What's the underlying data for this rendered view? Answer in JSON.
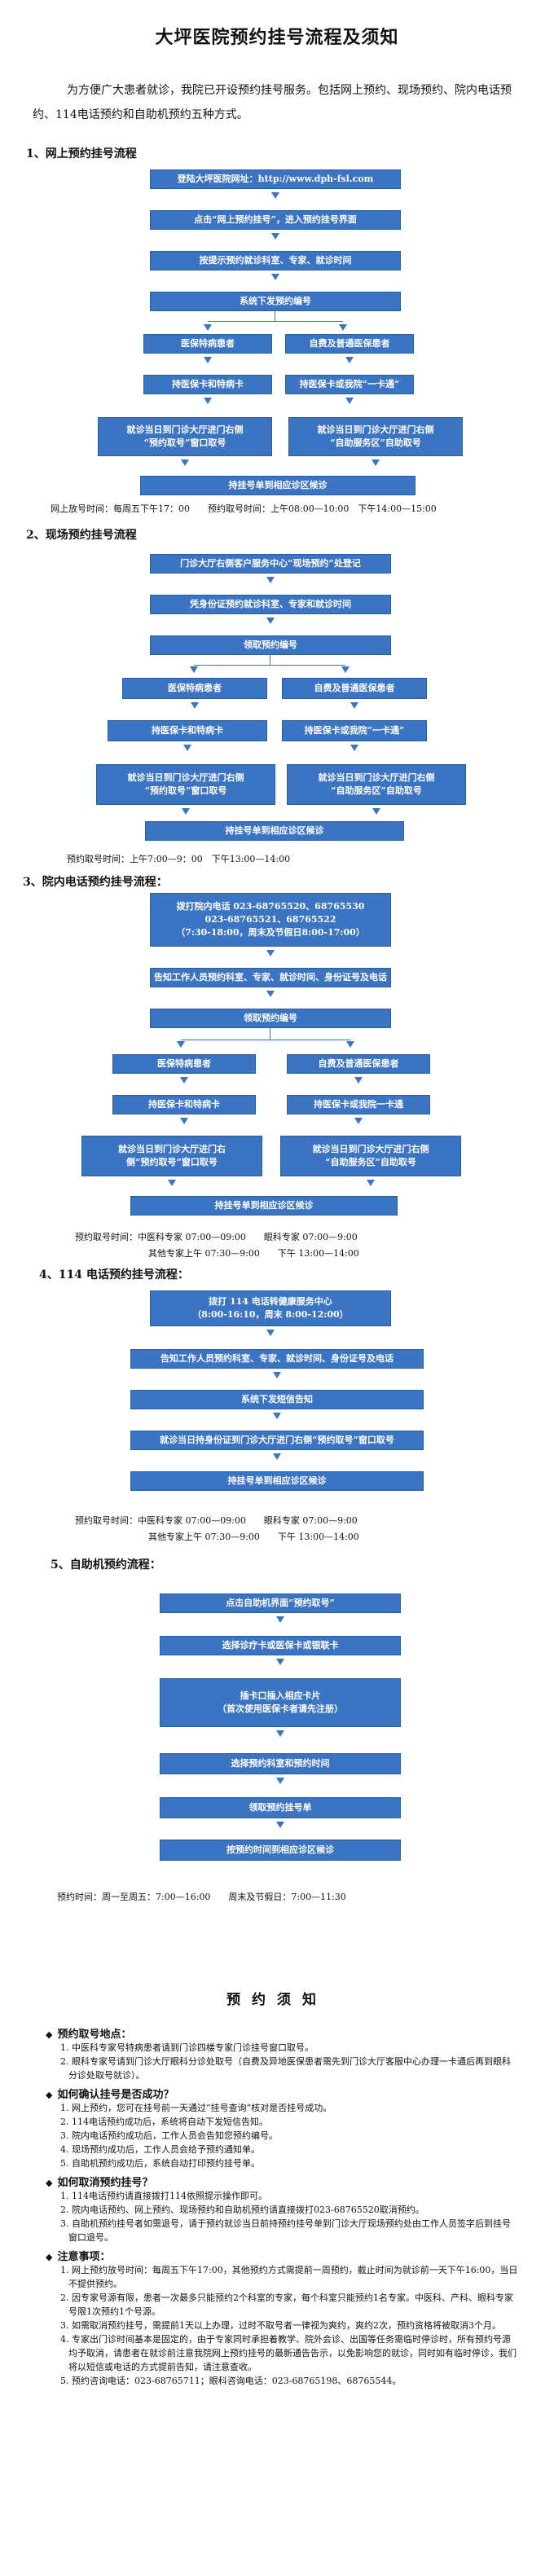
{
  "title": "大坪医院预约挂号流程及须知",
  "intro": "为方便广大患者就诊，我院已开设预约挂号服务。包括网上预约、现场预约、院内电话预约、114电话预约和自助机预约五种方式。",
  "s1": {
    "heading": "1、网上预约挂号流程",
    "b1": "登陆大坪医院网址：http://www.dph-fsl.com",
    "b2": "点击“网上预约挂号”，进入预约挂号界面",
    "b3": "按提示预约就诊科室、专家、就诊时间",
    "b4": "系统下发预约编号",
    "b5": "医保特病患者",
    "b6": "自费及普通医保患者",
    "b7": "持医保卡和特病卡",
    "b8": "持医保卡或我院“一卡通”",
    "b9": "就诊当日到门诊大厅进门右侧\n“预约取号”窗口取号",
    "b10": "就诊当日到门诊大厅进门右侧\n“自助服务区”自助取号",
    "b11": "持挂号单到相应诊区候诊",
    "time": "网上放号时间：每周五下午17：00　　预约取号时间：上午08:00—10:00　下午14:00—15:00"
  },
  "s2": {
    "heading": "2、现场预约挂号流程",
    "b1": "门诊大厅右侧客户服务中心“现场预约”处登记",
    "b2": "凭身份证预约就诊科室、专家和就诊时间",
    "b3": "领取预约编号",
    "b4": "医保特病患者",
    "b5": "自费及普通医保患者",
    "b6": "持医保卡和特病卡",
    "b7": "持医保卡或我院“一卡通”",
    "b8": "就诊当日到门诊大厅进门右侧\n“预约取号”窗口取号",
    "b9": "就诊当日到门诊大厅进门右侧\n“自助服务区”自助取号",
    "b10": "持挂号单到相应诊区候诊",
    "time": "预约取号时间：上午7:00—9：00　下午13:00—14:00"
  },
  "s3": {
    "heading": "3、院内电话预约挂号流程：",
    "b1": "拨打院内电话 023-68765520、68765530\n023-68765521、68765522\n（7:30-18:00，周末及节假日8:00-17:00）",
    "b2": "告知工作人员预约科室、专家、就诊时间、身份证号及电话",
    "b3": "领取预约编号",
    "b4": "医保特病患者",
    "b5": "自费及普通医保患者",
    "b6": "持医保卡和特病卡",
    "b7": "持医保卡或我院一卡通",
    "b8": "就诊当日到门诊大厅进门右\n侧“预约取号”窗口取号",
    "b9": "就诊当日到门诊大厅进门右侧\n“自助服务区”自助取号",
    "b10": "持挂号单到相应诊区候诊",
    "time1": "预约取号时间：中医科专家 07:00—09:00　　眼科专家 07:00—9:00",
    "time2": "其他专家上午 07:30—9:00　　下午 13:00—14:00"
  },
  "s4": {
    "heading": "4、114 电话预约挂号流程：",
    "b1": "拨打 114 电话转健康服务中心\n（8:00-16:10，周末 8:00-12:00）",
    "b2": "告知工作人员预约科室、专家、就诊时间、身份证号及电话",
    "b3": "系统下发短信告知",
    "b4": "就诊当日持身份证到门诊大厅进门右侧“预约取号”窗口取号",
    "b5": "持挂号单到相应诊区候诊",
    "time1": "预约取号时间：中医科专家 07:00—09:00　　眼科专家 07:00—9:00",
    "time2": "其他专家上午 07:30—9:00　　下午 13:00—14:00"
  },
  "s5": {
    "heading": "5、自助机预约流程：",
    "b1": "点击自助机界面“预约取号”",
    "b2": "选择诊疗卡或医保卡或银联卡",
    "b3": "插卡口插入相应卡片\n（首次使用医保卡者请先注册）",
    "b4": "选择预约科室和预约时间",
    "b5": "领取预约挂号单",
    "b6": "按预约时间到相应诊区候诊",
    "time": "预约时间：周一至周五：7:00—16:00　　周末及节假日：7:00—11:30"
  },
  "notice": {
    "title": "预约须知",
    "h1": "预约取号地点：",
    "h1_items": [
      "中医科专家号特病患者请到门诊四楼专家门诊挂号窗口取号。",
      "眼科专家号请到门诊大厅眼科分诊处取号（自费及异地医保患者需先到门诊大厅客服中心办理一卡通后再到眼科分诊处取号就诊）。"
    ],
    "h2": "如何确认挂号是否成功？",
    "h2_items": [
      "网上预约，您可在挂号前一天通过“挂号查询”核对是否挂号成功。",
      "114电话预约成功后，系统将自动下发短信告知。",
      "院内电话预约成功后，工作人员会告知您预约编号。",
      "现场预约成功后，工作人员会给予预约通知单。",
      "自助机预约成功后，系统自动打印预约挂号单。"
    ],
    "h3": "如何取消预约挂号？",
    "h3_items": [
      "114电话预约请直接拨打114依照提示操作即可。",
      "院内电话预约、网上预约、现场预约和自助机预约请直接拨打023-68765520取消预约。",
      "自助机预约挂号者如需退号，请于预约就诊当日前持预约挂号单到门诊大厅现场预约处由工作人员签字后到挂号窗口退号。"
    ],
    "h4": "注意事项：",
    "h4_items": [
      "网上预约放号时间：每周五下午17:00，其他预约方式需提前一周预约，截止时间为就诊前一天下午16:00，当日不提供预约。",
      "因专家号源有限，患者一次最多只能预约2个科室的专家，每个科室只能预约1名专家。中医科、产科、眼科专家号限1次预约1个号源。",
      "如需取消预约挂号，需提前1天以上办理，过时不取号者一律视为爽约，爽约2次，预约资格将被取消3个月。",
      "专家出门诊时间基本是固定的，由于专家同时承担着教学、院外会诊、出国等任务需临时停诊时，所有预约号源均予取消，请患者在就诊前注意我院网上预约挂号的最新通告告示，以免影响您的就诊，同时如有临时停诊，我们将以短信或电话的方式提前告知，请注意查收。",
      "预约咨询电话：023-68765711；眼科咨询电话：023-68765198、68765544。"
    ]
  }
}
